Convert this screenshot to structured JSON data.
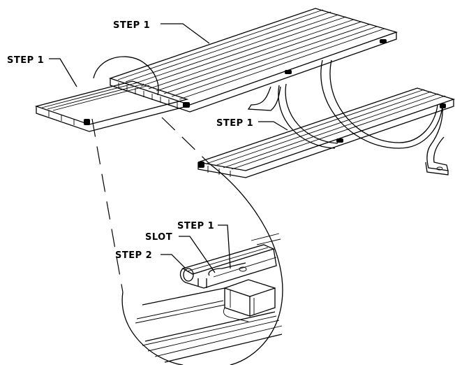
{
  "labels": {
    "top_table": "STEP 1",
    "left_bench": "STEP 1",
    "right_bench": "STEP 1",
    "detail_step1": "STEP 1",
    "detail_slot": "SLOT",
    "detail_step2": "STEP 2"
  },
  "colors": {
    "ink": "#000000",
    "paper": "#ffffff"
  }
}
